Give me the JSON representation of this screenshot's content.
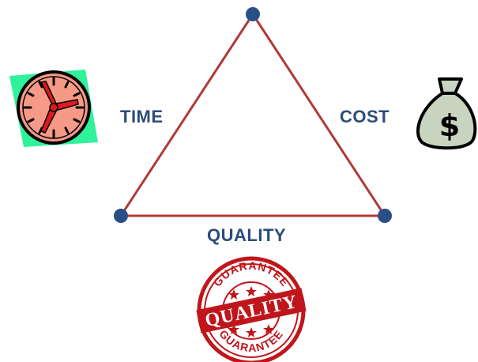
{
  "labels": {
    "time": "TIME",
    "cost": "COST",
    "quality": "QUALITY"
  },
  "stamp": {
    "top_text": "GUARANTEE",
    "center_text": "QUALITY",
    "bottom_text": "GUARANTEE"
  },
  "icons": {
    "clock": "clock-icon",
    "money_bag": "money-bag-icon",
    "stamp": "quality-guarantee-stamp-icon"
  },
  "colors": {
    "triangle_stroke": "#b03a3a",
    "vertex_fill": "#2a4f86",
    "label_text": "#2c4b7c",
    "clock_face": "#f59a86",
    "clock_bg": "#2ff29a",
    "clock_hands": "#e0191e",
    "bag_fill": "#c8d4bf",
    "stamp_red": "#c0161b"
  }
}
